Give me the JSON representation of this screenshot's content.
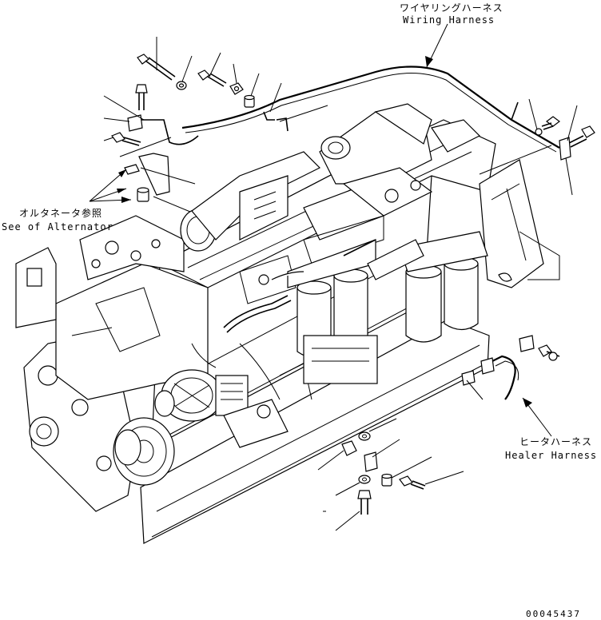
{
  "labels": {
    "wiring_harness_jp": "ワイヤリングハーネス",
    "wiring_harness_en": "Wiring Harness",
    "alternator_ref_jp": "オルタネータ参照",
    "alternator_ref_en": "See of Alternator",
    "heater_harness_jp": "ヒータハーネス",
    "heater_harness_en": "Healer Harness",
    "drawing_number": "00045437"
  }
}
